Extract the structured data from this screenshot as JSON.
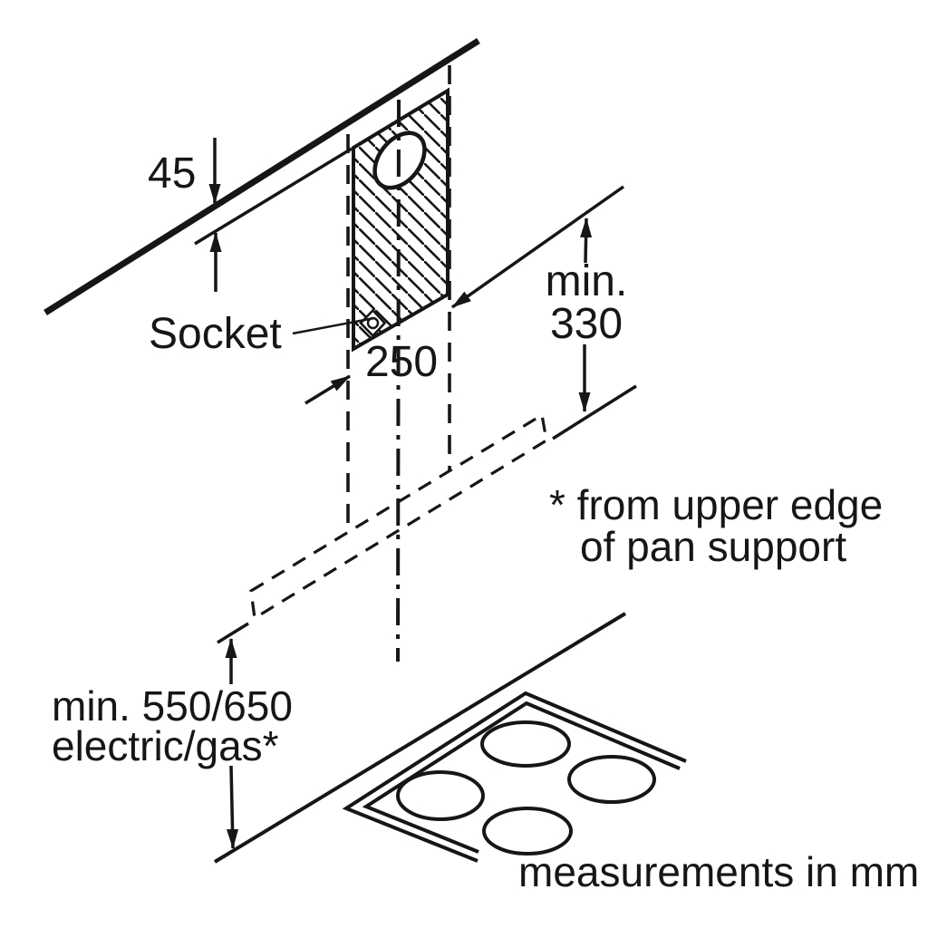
{
  "colors": {
    "ink": "#161616",
    "background": "#ffffff"
  },
  "dimensions": {
    "wall_offset": "45",
    "plate_width": "250",
    "hood_clearance_prefix": "min.",
    "hood_clearance_value": "330",
    "hob_clearance_line1": "min. 550/650",
    "hob_clearance_line2": "electric/gas*"
  },
  "labels": {
    "socket": "Socket",
    "footnote_line1": "* from upper edge",
    "footnote_line2": "of pan support",
    "units": "measurements in mm"
  }
}
